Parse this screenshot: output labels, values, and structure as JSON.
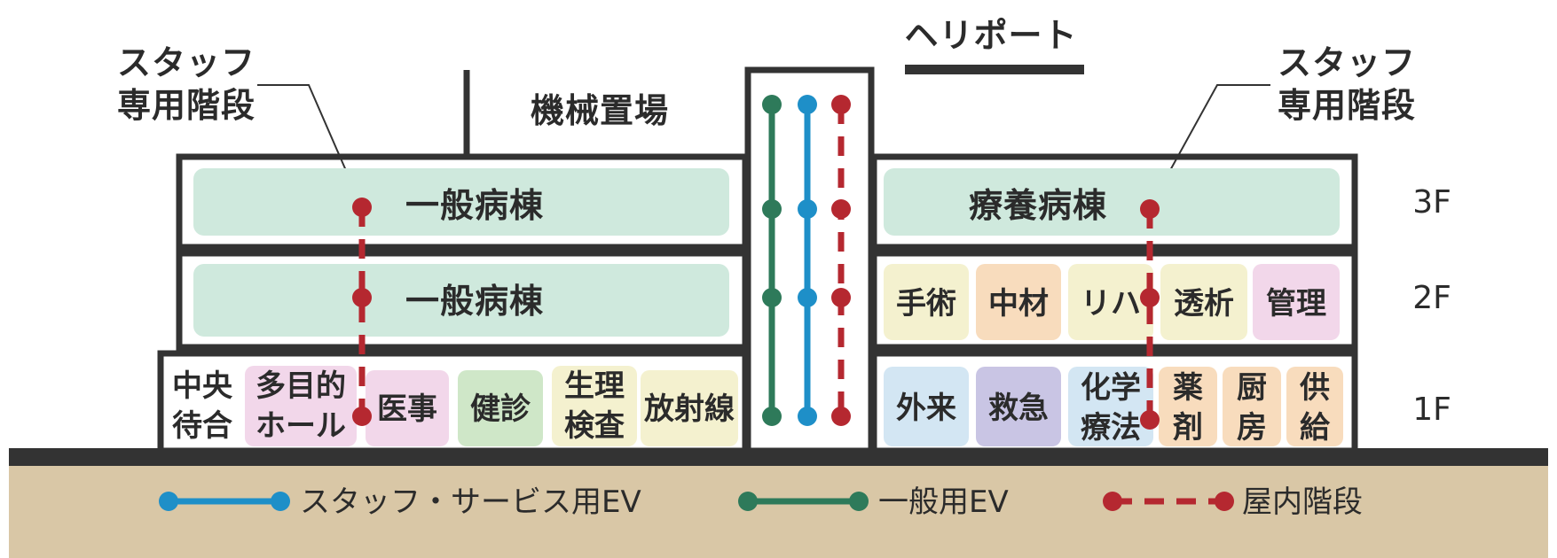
{
  "colors": {
    "ward": "#cfe9dd",
    "pink": "#f2d7ea",
    "green": "#cfe7c8",
    "yellow": "#f4f1cf",
    "blue": "#d3e6f3",
    "purple": "#c9c5e4",
    "orange": "#f8dcbd",
    "staff_ev": "#1e8fc8",
    "general_ev": "#2e7a5a",
    "stairs": "#b52830",
    "ground": "#d9c7a6",
    "wall": "#333333"
  },
  "labels": {
    "heliport": "ヘリポート",
    "machine_room": "機械置場",
    "staff_stairs_left_1": "スタッフ",
    "staff_stairs_left_2": "専用階段",
    "staff_stairs_right_1": "スタッフ",
    "staff_stairs_right_2": "専用階段"
  },
  "floors": [
    "3F",
    "2F",
    "1F"
  ],
  "left_wing": {
    "f3": "一般病棟",
    "f2": "一般病棟",
    "f1": {
      "central_waiting_1": "中央",
      "central_waiting_2": "待合",
      "multipurpose_1": "多目的",
      "multipurpose_2": "ホール",
      "medical_affairs": "医事",
      "health_check": "健診",
      "physio_1": "生理",
      "physio_2": "検査",
      "radiology": "放射線"
    }
  },
  "right_wing": {
    "f3": "療養病棟",
    "f2": {
      "surgery": "手術",
      "central_supply": "中材",
      "rehab": "リハ",
      "dialysis": "透析",
      "management": "管理"
    },
    "f1": {
      "outpatient": "外来",
      "emergency": "救急",
      "chemo_1": "化学",
      "chemo_2": "療法",
      "pharmacy_1": "薬",
      "pharmacy_2": "剤",
      "kitchen_1": "厨",
      "kitchen_2": "房",
      "supply_1": "供",
      "supply_2": "給"
    }
  },
  "legend": {
    "staff_ev": "スタッフ・サービス用EV",
    "general_ev": "一般用EV",
    "stairs": "屋内階段"
  }
}
